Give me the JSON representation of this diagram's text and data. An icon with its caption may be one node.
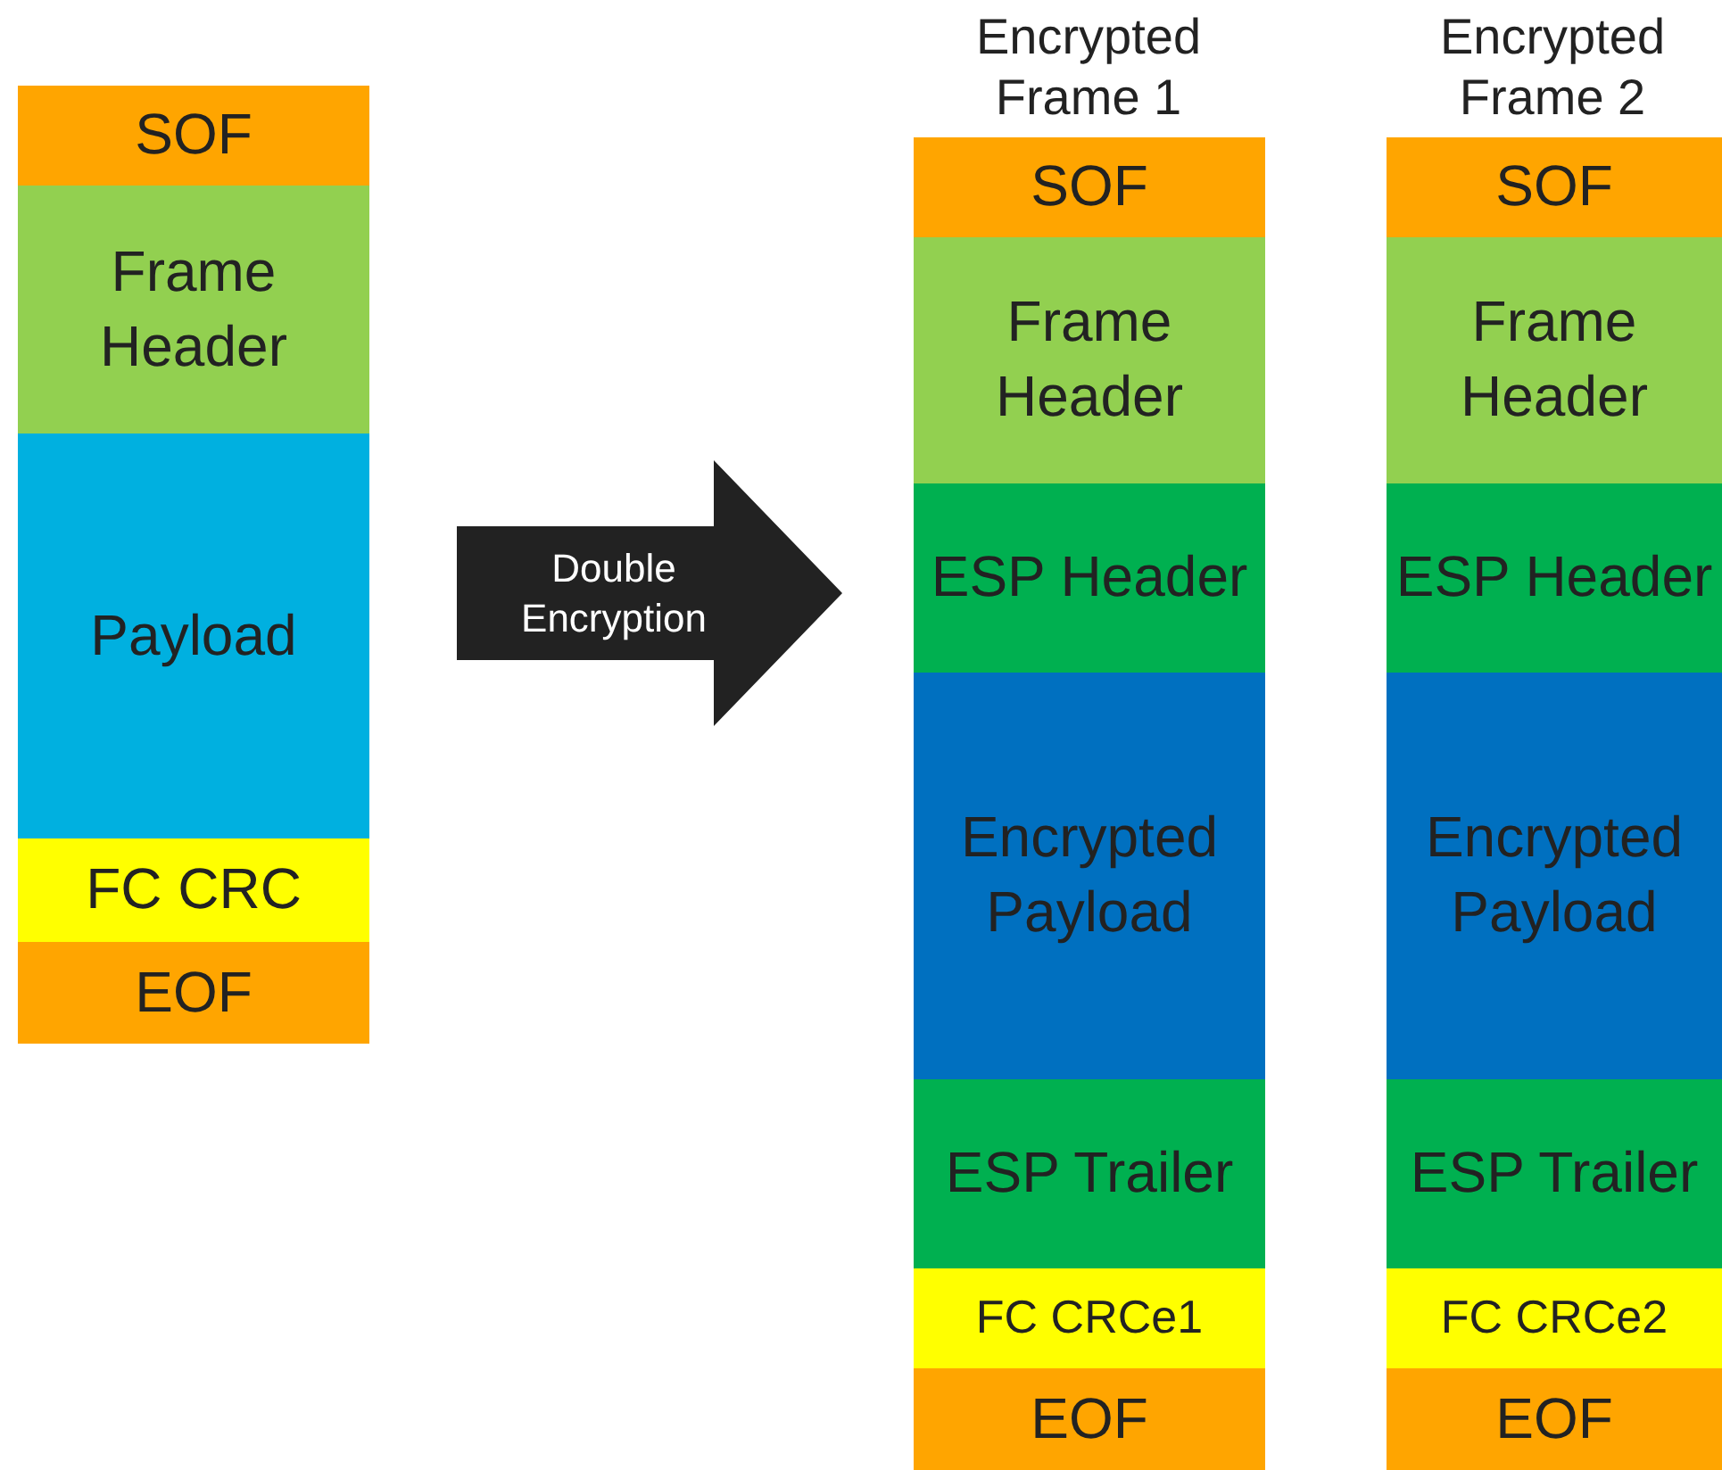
{
  "diagram": {
    "nodes": [
      {
        "text": [
          "SOF"
        ]
      },
      {
        "text": [
          "Frame Header"
        ]
      },
      {
        "text": [
          "Payload"
        ]
      },
      {
        "text": [
          "FC CRC"
        ]
      },
      {
        "text": [
          "EOF"
        ]
      },
      {
        "text": [
          "Double Encryption"
        ]
      },
      {
        "text": [
          "SOF"
        ]
      },
      {
        "text": [
          "Frame Header"
        ]
      },
      {
        "text": [
          "ESP Header"
        ]
      },
      {
        "text": [
          "Encrypted Payload"
        ]
      },
      {
        "text": [
          "ESP Trailer"
        ]
      },
      {
        "text": [
          "FC CRCe1"
        ]
      },
      {
        "text": [
          "EOF"
        ]
      },
      {
        "text": [
          "SOF"
        ]
      },
      {
        "text": [
          "Frame Header"
        ]
      },
      {
        "text": [
          "ESP Header"
        ]
      },
      {
        "text": [
          "Encrypted Payload"
        ]
      },
      {
        "text": [
          "ESP Trailer"
        ]
      },
      {
        "text": [
          "FC CRCe2"
        ]
      },
      {
        "text": [
          "EOF"
        ]
      }
    ],
    "labels": [
      "Encrypted Frame 1",
      "Encrypted Frame 2"
    ]
  }
}
